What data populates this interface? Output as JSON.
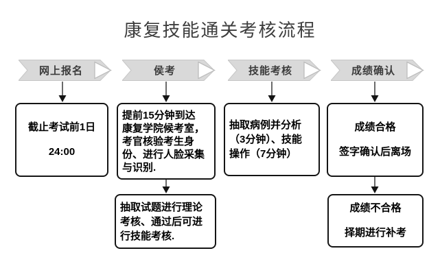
{
  "title": "康复技能通关考核流程",
  "colors": {
    "banner_fill": "#d9d9d9",
    "banner_edge": "#c6c6c6",
    "chevron_tip_fill": "#ffffff",
    "chevron_tip_edge": "#bdbdbd",
    "box_border": "#141414",
    "connector": "#2a2a2a",
    "title_color": "#3d3d3d",
    "background": "#ffffff"
  },
  "flow": {
    "banners": [
      {
        "label": "网上报名"
      },
      {
        "label": "侯考"
      },
      {
        "label": "技能考核"
      },
      {
        "label": "成绩确认"
      }
    ],
    "boxes": {
      "register": "截止考试前1日\n\n24:00",
      "wait": "提前15分钟到达\n康复学院候考室，\n考官核验考生身\n份、进行人脸采集\n与识别.",
      "theory": "抽取试题进行理论\n考核、通过后可进\n行技能考核.",
      "skill": "抽取病例并分析\n（3分钟）、技能\n操作（7分钟）",
      "pass": "成绩合格\n\n签字确认后离场",
      "fail": "成绩不合格\n\n择期进行补考"
    }
  }
}
